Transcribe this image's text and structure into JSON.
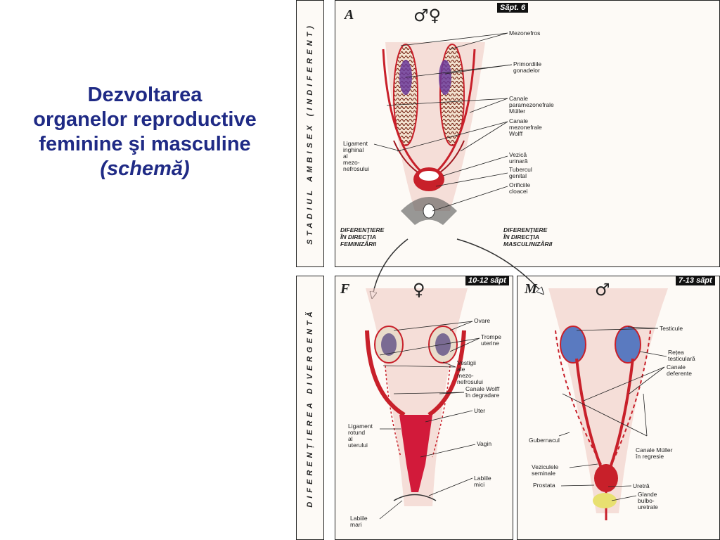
{
  "title": {
    "line1": "Dezvoltarea",
    "line2": "organelor reproductive",
    "line3": "feminine şi masculine",
    "line4": "(schemă)"
  },
  "bands": {
    "top": "STADIUL AMBISEX (INDIFERENT)",
    "bottom": "DIFERENȚIEREA DIVERGENTĂ"
  },
  "panel_a": {
    "letter": "A",
    "symbol": "♂♀",
    "week_tag": "Săpt. 6",
    "labels": {
      "mezonefros": "Mezonefros",
      "primordii1": "Primordiile",
      "primordii2": "gonadelor",
      "muller1": "Canale",
      "muller2": "paramezonefrale",
      "muller3": "Müller",
      "wolff1": "Canale",
      "wolff2": "mezonefrale",
      "wolff3": "Wolff",
      "lig1": "Ligament",
      "lig2": "inghinal",
      "lig3": "al",
      "lig4": "mezo-",
      "lig5": "nefrosului",
      "vezica1": "Vezică",
      "vezica2": "urinară",
      "tubercul1": "Tubercul",
      "tubercul2": "genital",
      "orificii1": "Orificiile",
      "orificii2": "cloacei"
    },
    "dir_fem1": "DIFERENȚIERE",
    "dir_fem2": "ÎN DIRECȚIA",
    "dir_fem3": "FEMINIZĂRII",
    "dir_masc1": "DIFERENȚIERE",
    "dir_masc2": "ÎN DIRECȚIA",
    "dir_masc3": "MASCULINIZĂRII"
  },
  "panel_f": {
    "letter": "F",
    "symbol": "♀",
    "week_tag": "10-12 săpt",
    "labels": {
      "ovare": "Ovare",
      "trompe1": "Trompe",
      "trompe2": "uterine",
      "vestigii1": "Vestigii",
      "vestigii2": "ale",
      "vestigii3": "mezo-",
      "vestigii4": "nefrosului",
      "wolff1": "Canale Wolff",
      "wolff2": "în degradare",
      "uter": "Uter",
      "lig1": "Ligament",
      "lig2": "rotund",
      "lig3": "al",
      "lig4": "uterului",
      "vagin": "Vagin",
      "labmici1": "Labiile",
      "labmici2": "mici",
      "labmari1": "Labiile",
      "labmari2": "mari"
    }
  },
  "panel_m": {
    "letter": "M",
    "symbol": "♂",
    "week_tag": "7-13 săpt",
    "labels": {
      "testicule": "Testicule",
      "retea1": "Rețea",
      "retea2": "testiculară",
      "deferente1": "Canale",
      "deferente2": "deferente",
      "gubernacul": "Gubernacul",
      "muller1": "Canale Müller",
      "muller2": "în regresie",
      "vezicule1": "Veziculele",
      "vezicule2": "seminale",
      "prostata": "Prostata",
      "uretra": "Uretră",
      "glande1": "Glande",
      "glande2": "bulbo-",
      "glande3": "uretrale"
    }
  },
  "colors": {
    "title": "#1f2a85",
    "duct_red": "#c8202a",
    "gonad_purple": "#6a3a9a",
    "tissue_pink": "#efc7c0",
    "gland_yellow": "#e8e070"
  }
}
